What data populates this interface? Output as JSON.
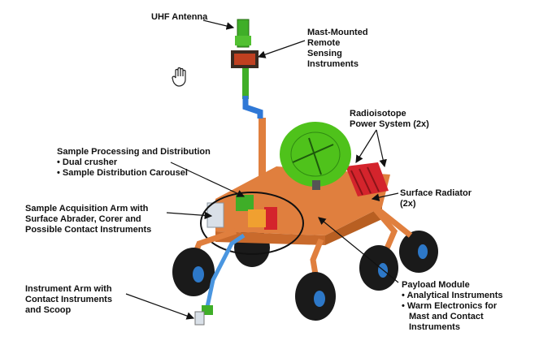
{
  "labels": {
    "uhf_antenna": "UHF Antenna",
    "mast_instruments": [
      "Mast-Mounted",
      "Remote",
      "Sensing",
      "Instruments"
    ],
    "rps": [
      "Radioisotope",
      "Power System (2x)"
    ],
    "spd": [
      "Sample Processing and Distribution",
      "• Dual crusher",
      "• Sample Distribution Carousel"
    ],
    "surface_radiator": [
      "Surface Radiator",
      "(2x)"
    ],
    "saa": [
      "Sample Acquisition Arm with",
      "Surface Abrader, Corer and",
      "Possible Contact Instruments"
    ],
    "payload": [
      "Payload Module",
      "• Analytical Instruments",
      "• Warm Electronics for",
      "Mast and Contact",
      "Instruments"
    ],
    "instrument_arm": [
      "Instrument Arm with",
      "Contact Instruments",
      "and Scoop"
    ]
  },
  "colors": {
    "body": "#e07f3e",
    "body_dark": "#b85f22",
    "dish": "#4fc21b",
    "mast_green": "#3fae28",
    "mast_blue": "#2f78d6",
    "wheel": "#1a1a1a",
    "hub": "#2d78c8",
    "radiator_red": "#d4242c",
    "arm_blue": "#4a96e0"
  },
  "icons": {
    "cursor": "hand-cursor-icon"
  }
}
